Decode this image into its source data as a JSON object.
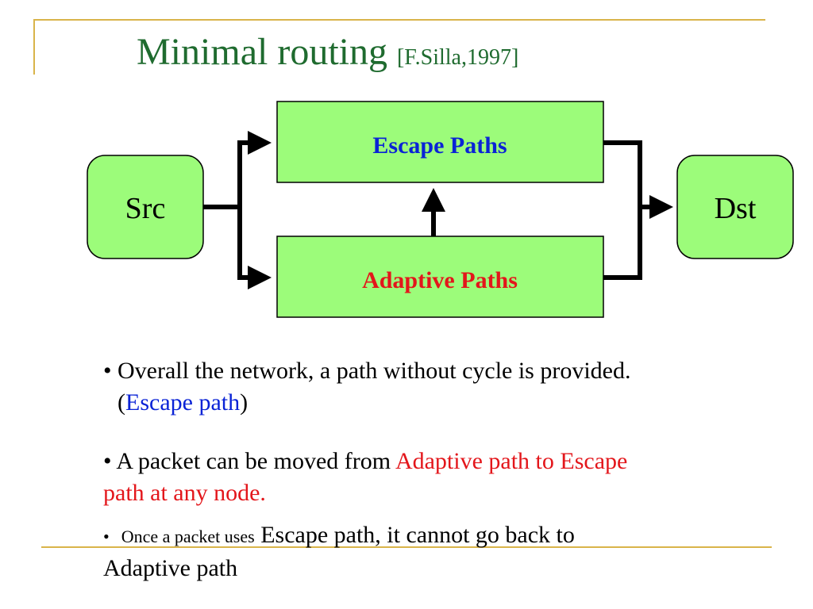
{
  "slide": {
    "title": "Minimal routing",
    "citation": "[F.Silla,1997]"
  },
  "diagram": {
    "nodes": {
      "src": "Src",
      "dst": "Dst",
      "escape": "Escape Paths",
      "adaptive": "Adaptive Paths"
    },
    "colors": {
      "box_fill": "#9cfc7a",
      "escape_text": "#0a23d6",
      "adaptive_text": "#e3161b",
      "arrow": "#000000"
    }
  },
  "bullets": [
    {
      "marker": "•",
      "line1": "Overall the network, a path without cycle is provided.",
      "paren_open": "(",
      "highlight": "Escape path",
      "paren_close": ")"
    },
    {
      "marker": "•",
      "text_before": "A packet can be moved from ",
      "highlight_line1": "Adaptive path to Escape",
      "highlight_line2": "path at any node."
    },
    {
      "marker": "•",
      "small_text": "Once a packet uses",
      "text_after": " Escape path, it cannot go back to",
      "line2": "Adaptive path"
    }
  ]
}
